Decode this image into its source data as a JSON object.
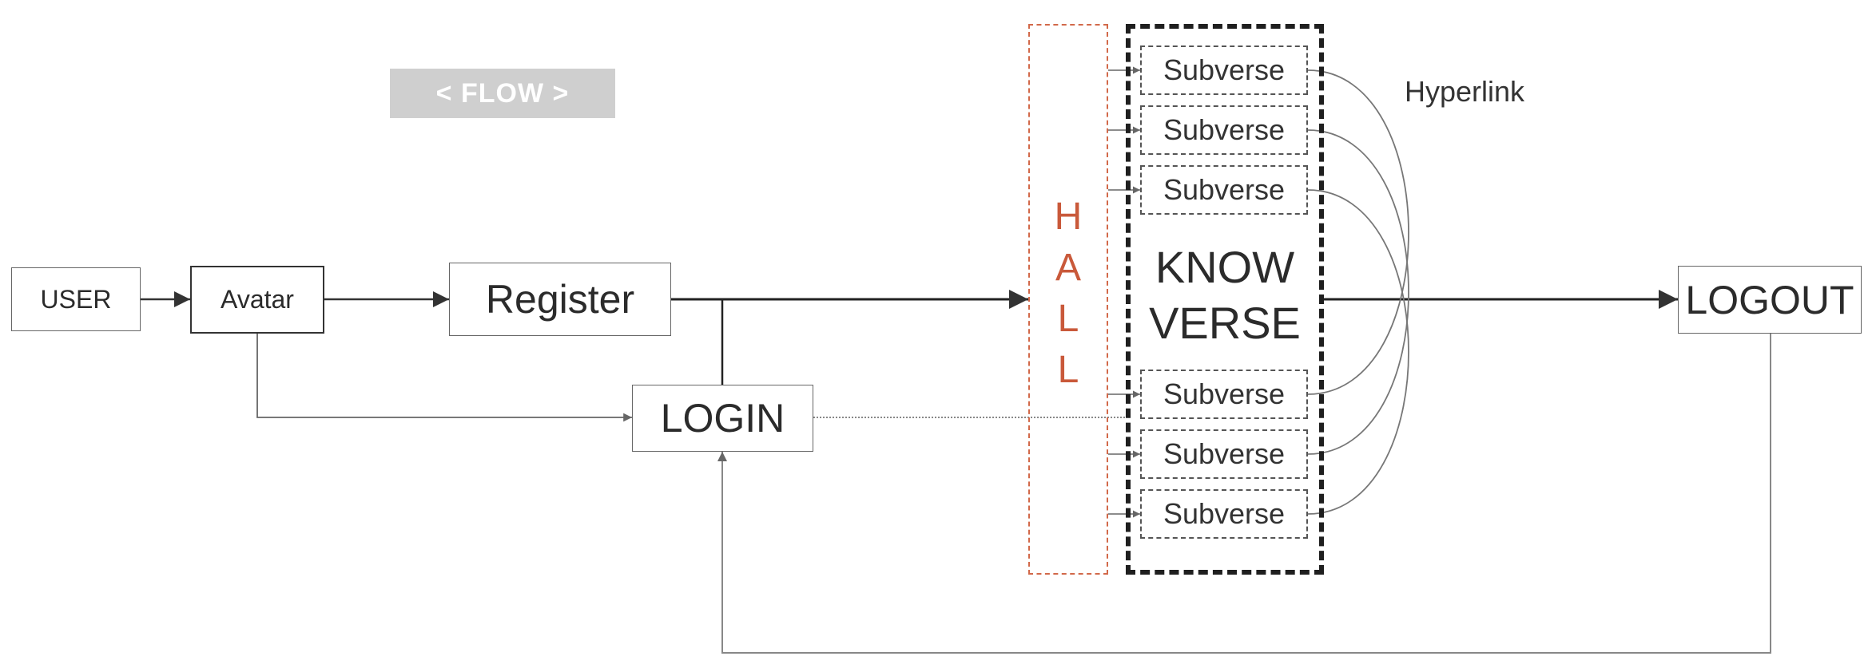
{
  "banner": "< FLOW >",
  "nodes": {
    "user": "USER",
    "avatar": "Avatar",
    "register": "Register",
    "login": "LOGIN",
    "logout": "LOGOUT"
  },
  "hall": [
    "H",
    "A",
    "L",
    "L"
  ],
  "knowverse": [
    "KNOW",
    "VERSE"
  ],
  "subverses": [
    "Subverse",
    "Subverse",
    "Subverse",
    "Subverse",
    "Subverse",
    "Subverse"
  ],
  "hyperlink_label": "Hyperlink",
  "colors": {
    "hall_accent": "#c9593a",
    "banner_bg": "#cfcfcf",
    "line": "#333333"
  }
}
